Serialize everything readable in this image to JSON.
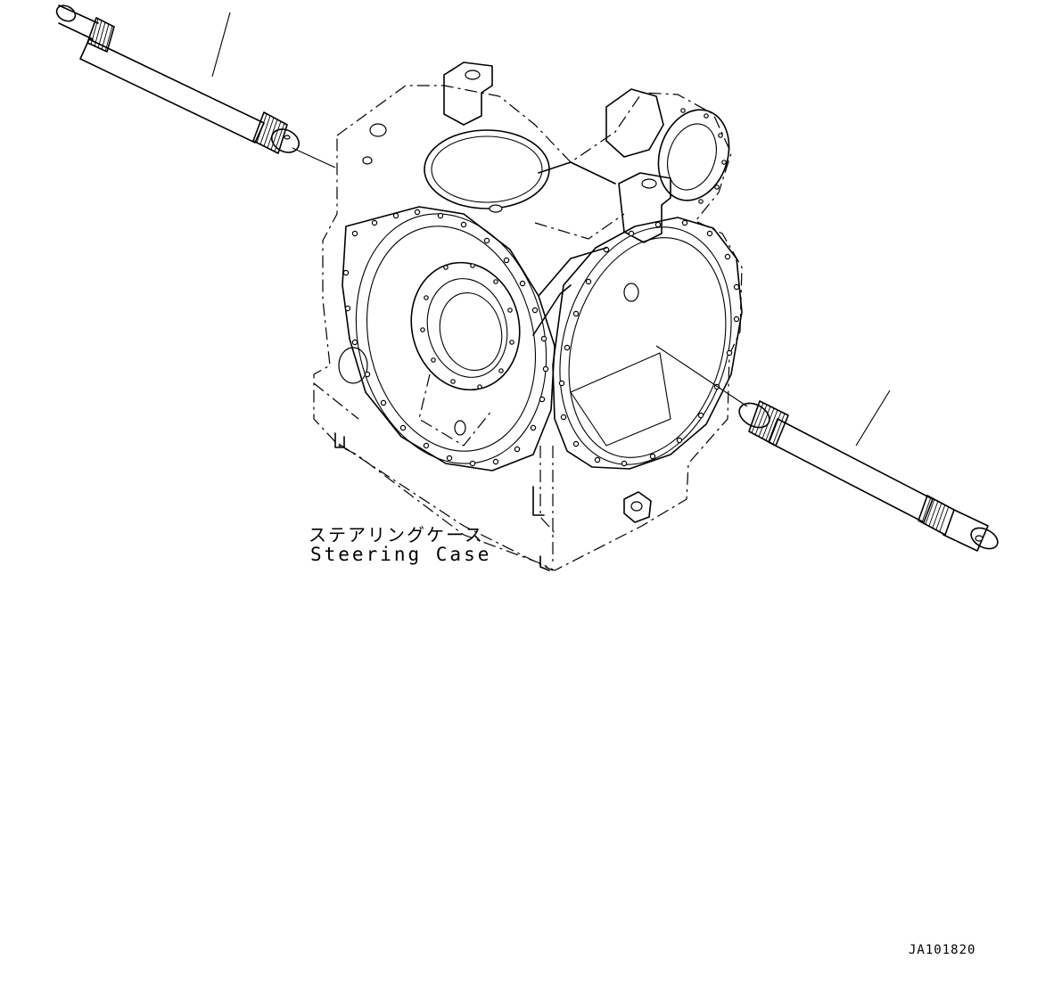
{
  "labels": {
    "part_name_jp": "ステアリングケース",
    "part_name_en": "Steering Case",
    "figure_id": "JA101820"
  },
  "parts": [
    {
      "name": "steering-case",
      "icon": "gear-housing-icon"
    },
    {
      "name": "left-axle-shaft",
      "icon": "splined-shaft-icon"
    },
    {
      "name": "right-axle-shaft",
      "icon": "splined-shaft-icon"
    }
  ],
  "colors": {
    "line": "#000000",
    "background": "#ffffff"
  }
}
